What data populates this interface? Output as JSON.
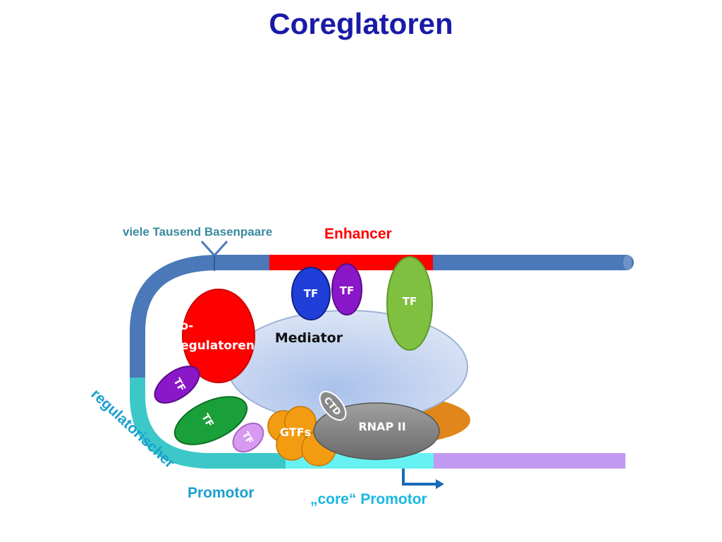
{
  "title": "Coreglatoren",
  "labels": {
    "basepairs": "viele Tausend Basenpaare",
    "enhancer": "Enhancer",
    "mediator": "Mediator",
    "coreg_line1": "Co-",
    "coreg_line2": "Regulatoren",
    "ctd": "CTD",
    "rnap": "RNAP II",
    "gtfs": "GTFs",
    "reg_promoter_a": "regulatorischer",
    "reg_promoter_b": "Promotor",
    "core_promoter": "„core“ Promotor"
  },
  "tf_labels": [
    "TF",
    "TF",
    "TF",
    "TF",
    "TF",
    "TF"
  ],
  "colors": {
    "title": "#1a1aa8",
    "dna": "#4a78b8",
    "enhancer": "#ff0000",
    "reg_promoter": "#3cc8c8",
    "core_promoter": "#66f2f2",
    "downstream": "#c39af2",
    "mediator": "#c9d8f0",
    "rnap": "#808080",
    "gtf": "#f39c12",
    "coregulator": "#ff0000",
    "tf_blue": "#1f3fd8",
    "tf_purple": "#8a18c8",
    "tf_green": "#80c040",
    "tf_darkgreen": "#1aa03a",
    "tf_lilac": "#d79af0"
  }
}
